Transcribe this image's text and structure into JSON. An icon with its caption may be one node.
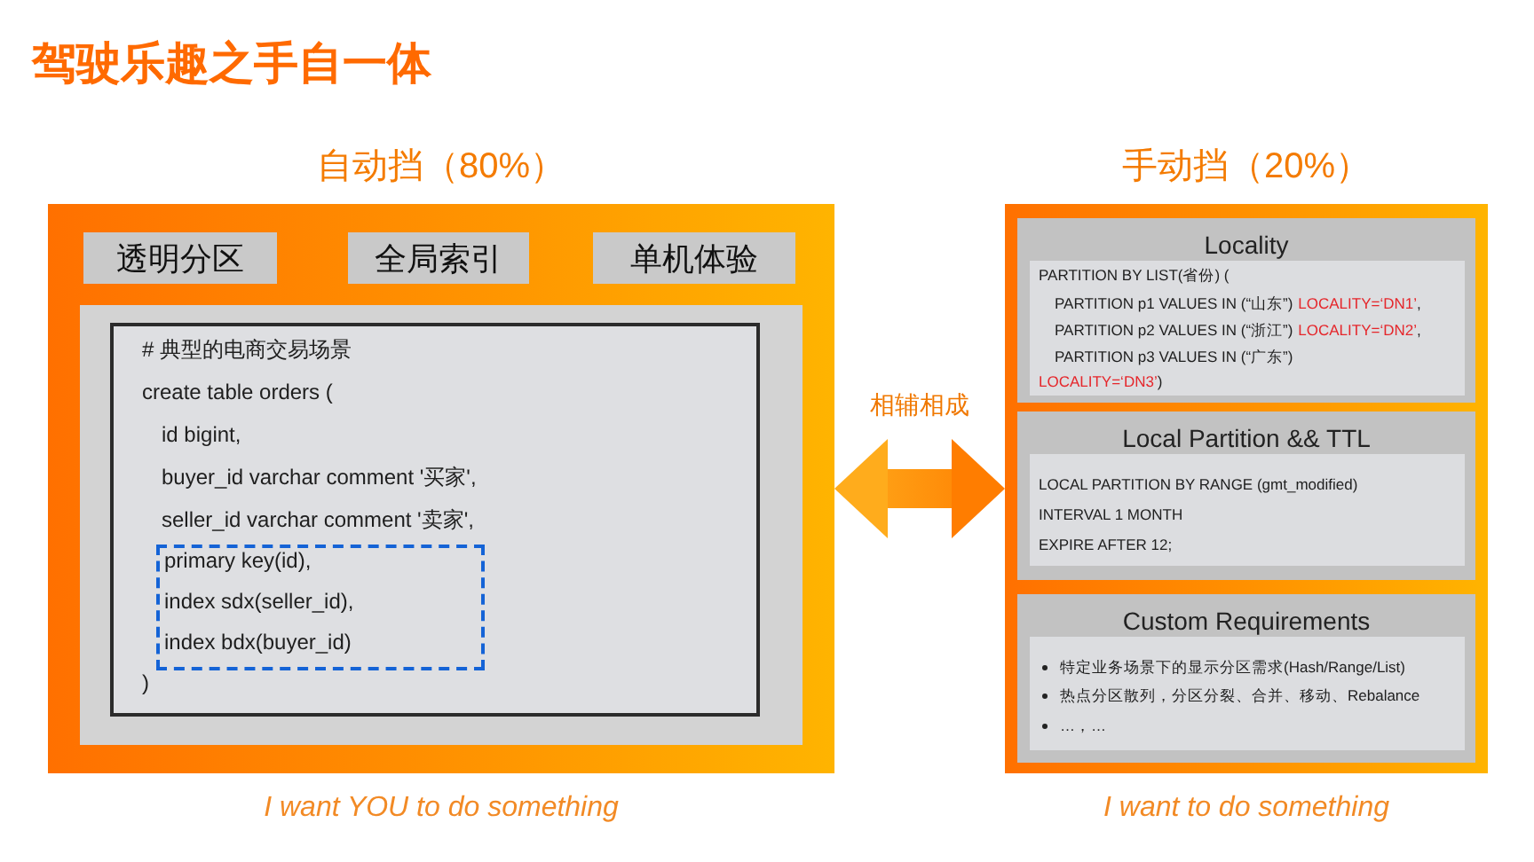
{
  "diagram": {
    "title": "驾驶乐趣之手自一体",
    "nodes": [
      {
        "text": [
          "自动挡（80%）"
        ],
        "beside": [
          "I want YOU to do something"
        ]
      },
      {
        "text": [
          "透明分区"
        ],
        "in": 0
      },
      {
        "text": [
          "全局索引"
        ],
        "in": 0
      },
      {
        "text": [
          "单机体验"
        ],
        "in": 0
      },
      {
        "text": [
          "# 典型的电商交易场景",
          "create table orders (",
          "id bigint,",
          "buyer_id varchar comment '买家',",
          "seller_id varchar comment '卖家',",
          ")"
        ],
        "in": 0
      },
      {
        "text": [
          "primary key(id),",
          "index sdx(seller_id),",
          "index bdx(buyer_id)"
        ],
        "in": 4
      },
      {
        "text": [
          "手动挡（20%）"
        ],
        "beside": [
          "I want to do something"
        ]
      },
      {
        "text": [
          "Locality"
        ],
        "in": 6
      },
      {
        "text": [
          "PARTITION BY LIST(省份) (",
          "PARTITION p1 VALUES IN (“山东”)",
          "LOCALITY=‘DN1’",
          ",",
          "PARTITION p2 VALUES IN (“浙江”)",
          "LOCALITY=‘DN2’",
          ",",
          "PARTITION p3 VALUES IN (“广东”)",
          "LOCALITY=‘DN3’",
          ")"
        ],
        "in": 7
      },
      {
        "text": [
          "Local Partition && TTL"
        ],
        "in": 6
      },
      {
        "text": [
          "LOCAL PARTITION BY RANGE (gmt_modified)",
          "INTERVAL 1 MONTH",
          "EXPIRE AFTER 12;"
        ],
        "in": 9
      },
      {
        "text": [
          "Custom Requirements"
        ],
        "in": 6
      },
      {
        "text": [
          "特定业务场景下的显示分区需求(Hash/Range/List)",
          "热点分区散列，分区分裂、合并、移动、Rebalance",
          "…，…"
        ],
        "in": 11
      }
    ],
    "edges": [
      {
        "from": 0,
        "to": 6,
        "arrow": "both",
        "label": "相辅相成"
      }
    ]
  }
}
